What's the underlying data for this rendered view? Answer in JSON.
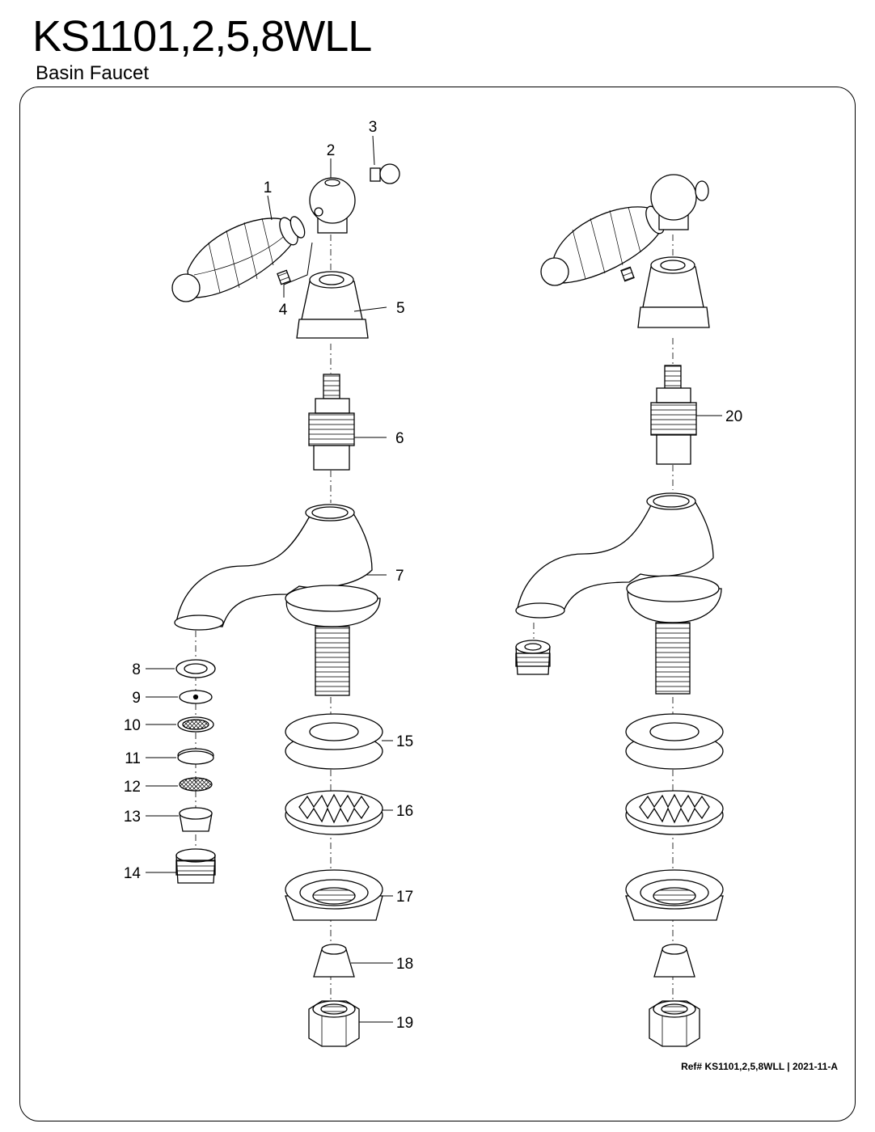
{
  "header": {
    "title": "KS1101,2,5,8WLL",
    "subtitle": "Basin Faucet"
  },
  "callouts": [
    "1",
    "2",
    "3",
    "4",
    "5",
    "6",
    "7",
    "8",
    "9",
    "10",
    "11",
    "12",
    "13",
    "14",
    "15",
    "16",
    "17",
    "18",
    "19",
    "20"
  ],
  "footer": {
    "reference": "Ref# KS1101,2,5,8WLL | 2021-11-A"
  }
}
